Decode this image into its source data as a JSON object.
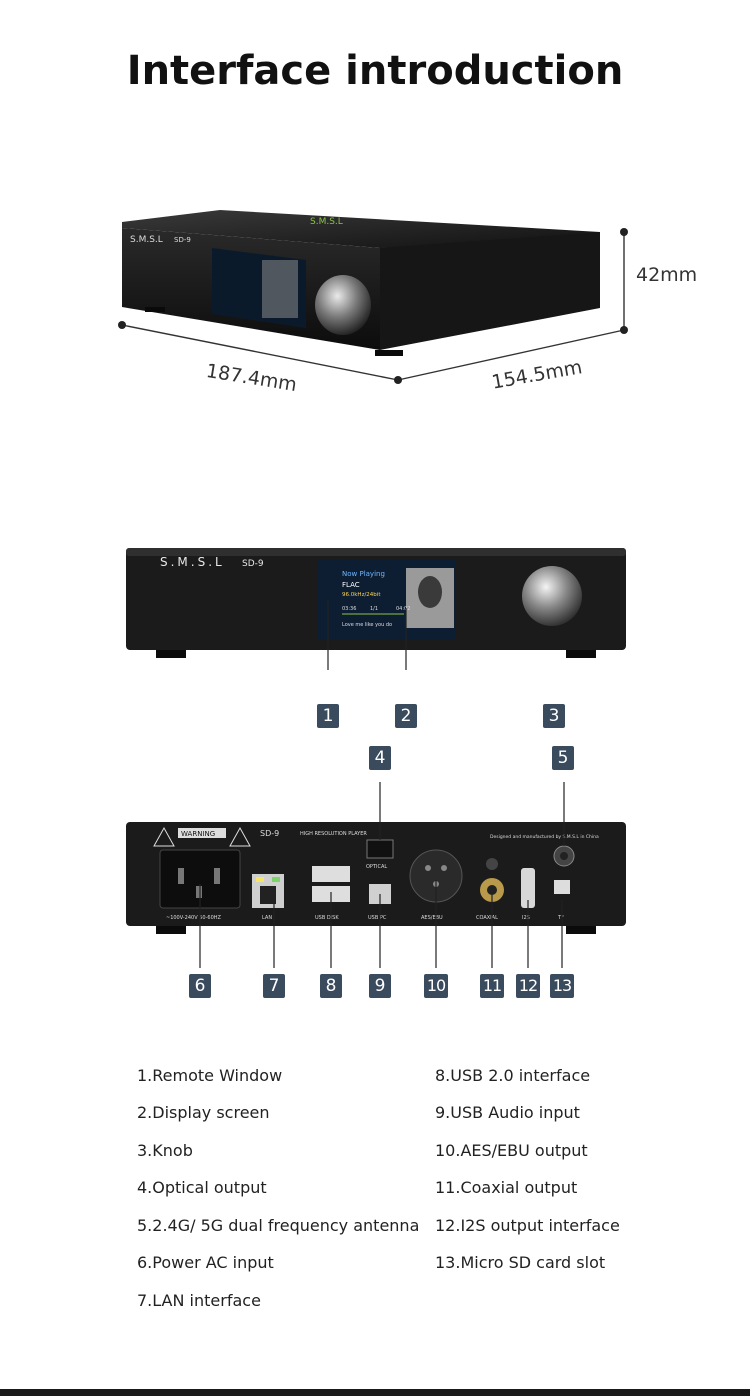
{
  "title": "Interface introduction",
  "dimensions": {
    "height": "42mm",
    "width": "187.4mm",
    "depth": "154.5mm"
  },
  "device": {
    "brand": "S.M.S.L",
    "model": "SD-9",
    "rear_tagline": "HIGH RESOLUTION PLAYER",
    "rear_credit": "Designed and manufactured by S.M.S.L in China",
    "screen": {
      "header": "Now Playing",
      "format": "FLAC",
      "rate": "96.0kHz/24bit",
      "time_elapsed": "03:36",
      "track_index": "1/1",
      "time_total": "04:02",
      "track_name": "Love me like you do"
    },
    "ports": {
      "warning": "WARNING",
      "power": "~100V-240V 50-60HZ",
      "lan": "LAN",
      "usb_disk": "USB DISK",
      "usb_pc": "USB PC",
      "optical": "OPTICAL",
      "aes": "AES/EBU",
      "coaxial": "COAXIAL",
      "i2s": "I2S",
      "tf": "TF"
    }
  },
  "callouts": [
    "1",
    "2",
    "3",
    "4",
    "5",
    "6",
    "7",
    "8",
    "9",
    "10",
    "11",
    "12",
    "13"
  ],
  "legend_left": [
    "1.Remote Window",
    "2.Display screen",
    "3.Knob",
    "4.Optical output",
    "5.2.4G/ 5G dual frequency antenna",
    "6.Power AC input",
    "7.LAN interface"
  ],
  "legend_right": [
    "8.USB 2.0 interface",
    "9.USB Audio input",
    "10.AES/EBU output",
    "11.Coaxial output",
    "12.I2S output interface",
    "13.Micro SD card slot"
  ],
  "colors": {
    "badge": "#3b4b5e",
    "device_body": "#1c1c1c",
    "accent_green": "#8bc34a"
  }
}
